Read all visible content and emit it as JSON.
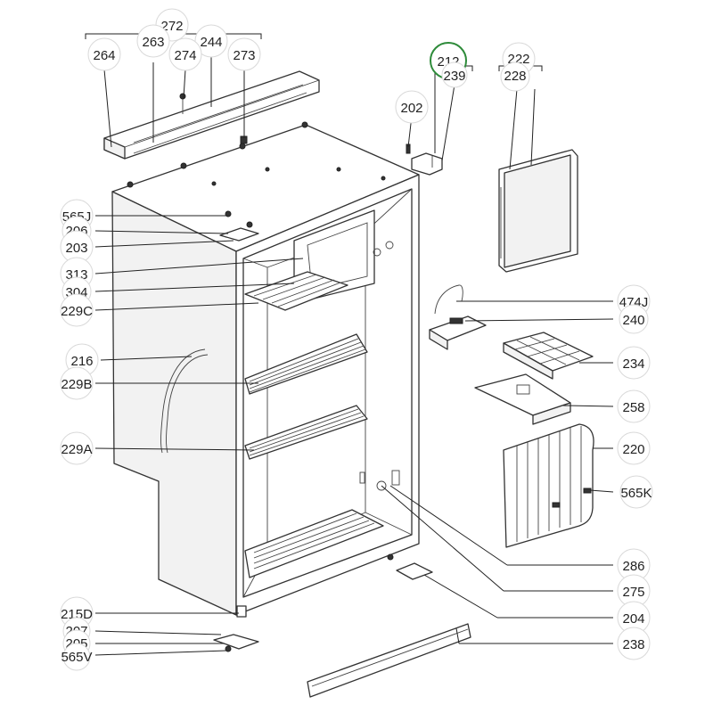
{
  "diagram": {
    "labels": {
      "l272": "272",
      "l263": "263",
      "l244": "244",
      "l264": "264",
      "l274": "274",
      "l273": "273",
      "l212": "212",
      "l239": "239",
      "l222": "222",
      "l228": "228",
      "l202": "202",
      "l565J": "565J",
      "l206": "206",
      "l203": "203",
      "l313": "313",
      "l304": "304",
      "l229C": "229C",
      "l216": "216",
      "l229B": "229B",
      "l229A": "229A",
      "l215D": "215D",
      "l207": "207",
      "l205": "205",
      "l565V": "565V",
      "l474J": "474J",
      "l240": "240",
      "l234": "234",
      "l258": "258",
      "l220": "220",
      "l565K": "565K",
      "l286": "286",
      "l275": "275",
      "l204": "204",
      "l238": "238"
    },
    "highlight_color": "#2e8b3a"
  }
}
